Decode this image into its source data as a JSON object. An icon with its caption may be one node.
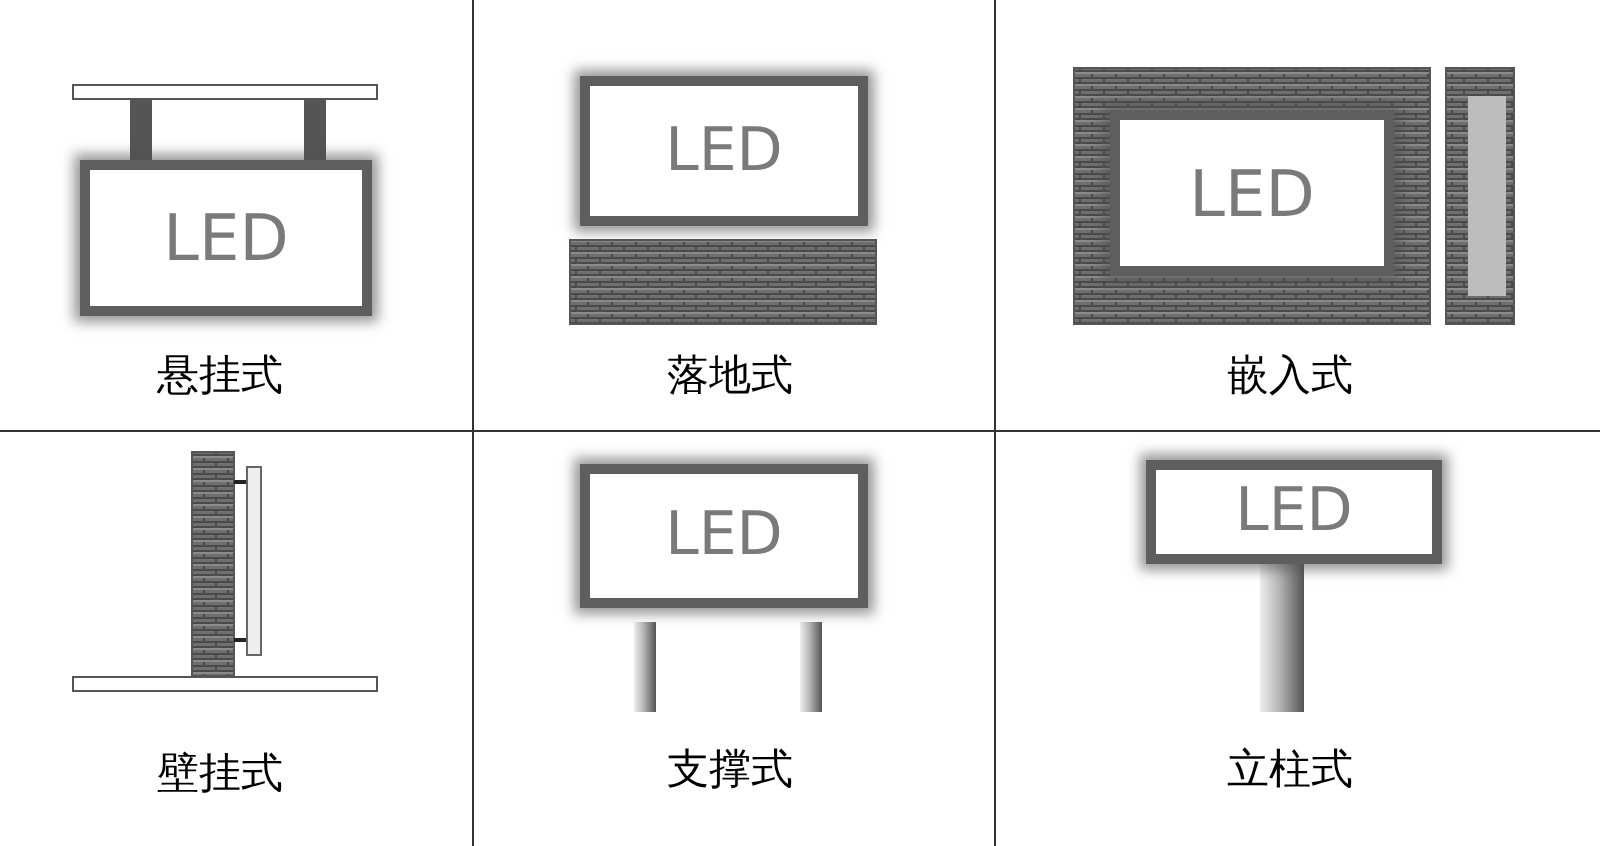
{
  "diagram": {
    "nodes": [
      {
        "text": [
          "LED"
        ]
      },
      {
        "text": [
          "LED"
        ]
      },
      {
        "text": [
          "LED"
        ]
      },
      {
        "text": [
          "LED"
        ]
      },
      {
        "text": [
          "LED"
        ]
      }
    ],
    "labels": [
      "悬挂式",
      "落地式",
      "嵌入式",
      "壁挂式",
      "支撑式",
      "立柱式"
    ]
  }
}
